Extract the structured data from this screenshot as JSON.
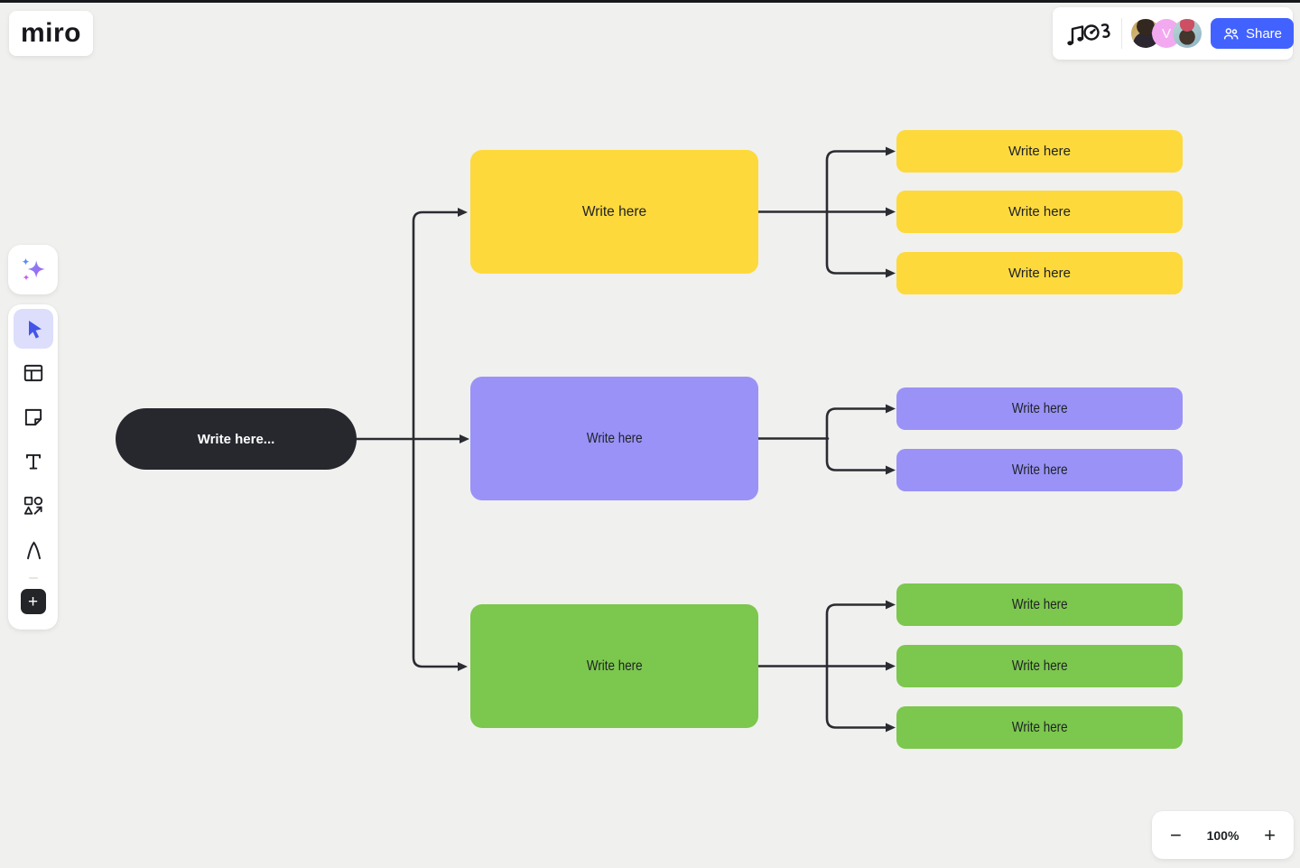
{
  "app": {
    "logo_text": "miro"
  },
  "topbar": {
    "doodle_icon": "music-note-clock-3-doodle",
    "collaborators": [
      {
        "type": "photo",
        "name": "collaborator-1"
      },
      {
        "type": "initial",
        "initial": "V",
        "color": "#F2A9F0"
      },
      {
        "type": "photo",
        "name": "collaborator-3"
      }
    ],
    "share": {
      "label": "Share",
      "color": "#4262FF"
    }
  },
  "toolbar": {
    "tools": [
      {
        "name": "ai-assistant",
        "active": false
      },
      {
        "name": "select",
        "active": true
      },
      {
        "name": "templates-frame",
        "active": false
      },
      {
        "name": "sticky-note",
        "active": false
      },
      {
        "name": "text",
        "active": false
      },
      {
        "name": "shapes",
        "active": false
      },
      {
        "name": "pen",
        "active": false
      },
      {
        "name": "add-more",
        "active": false
      }
    ],
    "select_accent": "#4355E8"
  },
  "mindmap": {
    "connector_color": "#2A2C31",
    "root": {
      "label": "Write here...",
      "color": "#26282E",
      "text_color": "#FFFFFF"
    },
    "branches": [
      {
        "name": "yellow-branch",
        "color": "#FDD93C",
        "label": "Write here",
        "children": [
          {
            "label": "Write here"
          },
          {
            "label": "Write here"
          },
          {
            "label": "Write here"
          }
        ]
      },
      {
        "name": "purple-branch",
        "color": "#9A92F7",
        "label": "Write here",
        "children": [
          {
            "label": "Write here"
          },
          {
            "label": "Write here"
          }
        ]
      },
      {
        "name": "green-branch",
        "color": "#7CC74D",
        "label": "Write here",
        "children": [
          {
            "label": "Write here"
          },
          {
            "label": "Write here"
          },
          {
            "label": "Write here"
          }
        ]
      }
    ]
  },
  "zoom_controls": {
    "minus_label": "−",
    "level_label": "100%",
    "plus_label": "+"
  },
  "colors": {
    "canvas_background": "#F0F0EE"
  }
}
